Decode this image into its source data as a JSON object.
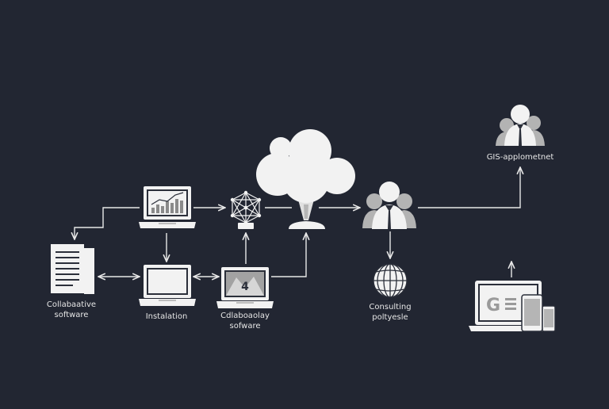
{
  "colors": {
    "background": "#222632",
    "line": "#e8e8e8",
    "icon_fill": "#f2f2f2",
    "icon_dark": "#2b2f3a",
    "screen_grey": "#9a9a9a"
  },
  "nodes": {
    "document": {
      "icon": "document-icon",
      "label_line1": "Collabaative",
      "label_line2": "software"
    },
    "chart_laptop": {
      "icon": "chart-laptop-icon"
    },
    "installation_laptop": {
      "icon": "laptop-icon",
      "label": "Instalation"
    },
    "collab_laptop": {
      "icon": "laptop-icon",
      "screen_text": "4",
      "label_line1": "Cdlaboaolay",
      "label_line2": "sofware"
    },
    "network": {
      "icon": "network-mesh-icon"
    },
    "cloud": {
      "icon": "cloud-icon"
    },
    "user_group": {
      "icon": "user-group-icon"
    },
    "globe": {
      "icon": "globe-icon",
      "label_line1": "Consulting",
      "label_line2": "poltyesle"
    },
    "gis_team": {
      "icon": "team-icon",
      "label": "GIS-applometnet"
    },
    "devices": {
      "icon": "devices-icon",
      "screen_text": "G"
    }
  }
}
